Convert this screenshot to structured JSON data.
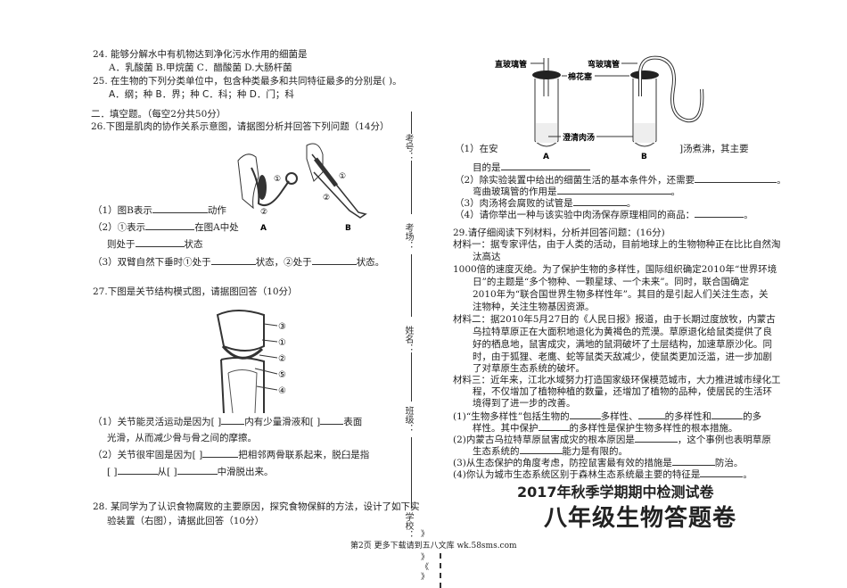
{
  "left": {
    "q24": "24.  能够分解水中有机物达到净化污水作用的细菌是",
    "q24_options": "A．乳酸菌    B.甲烷菌    C．醋酸菌    D.大肠杆菌",
    "q25": "25.  在生物的下列分类单位中，包含种类最多和共同特征最多的分别是( )。",
    "q25_options": "A．纲；种 B．界；种 C．科；种 D．门；科",
    "section2": "二．填空题。（每空2分共50分）",
    "q26": "26.下图是肌肉的协作关系示意图，请据图分析并回答下列问题（14分）",
    "q26_fig_a": "A",
    "q26_fig_b": "B",
    "q26_mark1": "①",
    "q26_mark2": "②",
    "q26_1a": "（1）图B表示",
    "q26_1b": "动作",
    "q26_2a": "（2）①表示",
    "q26_2b": "在图A中处",
    "q26_2c": "则处于",
    "q26_2d": "状态",
    "q26_3a": "（3）双臂自然下垂时①处于",
    "q26_3b": "状态，②处于",
    "q26_3c": "状态。",
    "q27": "27.下图是关节结构模式图，请据图回答（10分）",
    "q27_labels": [
      "③",
      "①",
      "②",
      "⑤",
      "④"
    ],
    "q27_1a": "（1）关节能灵活运动是因为[     ]",
    "q27_1b": "内有少量滑液和[   ]",
    "q27_1c": "表面",
    "q27_1d": "光滑，从而减少骨与骨之间的摩擦。",
    "q27_2a": "（2）关节很牢固是因为[      ]",
    "q27_2b": "把相邻两骨联系起来，脱臼是指",
    "q27_2c": "[      ]",
    "q27_2d": "从[      ]",
    "q27_2e": "中滑脱出来。",
    "q28a": "28. 某同学为了认识食物腐败的主要原因，探究食物保鲜的方法，设计了如下实",
    "q28b": "验装置（右图），请据此回答（10分）"
  },
  "side_labels": [
    "考号：",
    "考场：",
    "姓名：",
    "班级：",
    "学校："
  ],
  "chevrons": [
    "》",
    "》",
    "《",
    "》"
  ],
  "footer": "第2页 更多下载请到五八文库 wk.58sms.com",
  "right": {
    "fig_labels": {
      "straight": "直玻璃管",
      "curved": "弯玻璃管",
      "cotton": "棉花塞",
      "broth": "澄清肉汤",
      "a": "A",
      "b": "B"
    },
    "q28_1a": "（1）在安",
    "q28_1b": "]汤煮沸，其主要",
    "q28_1c": "目的是",
    "q28_2a": "（2）除实验装置中给出的细菌生活的基本条件外，还需要",
    "q28_2b": "。",
    "q28_2c": "弯曲玻璃管的作用是",
    "q28_2d": "。",
    "q28_3a": "（3）肉汤将会腐败的试管是",
    "q28_3b": "。",
    "q28_4a": "（4）请你举出一种与该实验中肉汤保存原理相同的商品：",
    "q28_4b": "。",
    "q29": "29.请仔细阅读下列材料，分析并回答问题：(16分)",
    "m1": [
      "材料一：据专家评估，由于人类的活动，目前地球上的生物物种正在比比自然淘",
      "汰高达",
      "1000倍的速度灭绝。为了保护生物的多样性，国际组织确定2010年“世界环境",
      "日”的主题是“多个物种、一颗星球、一个未来”。同时，联合国确定",
      "2010年为“联合国世界生物多样性年”。其目的是引起人们关注生态，关",
      "注物种，关注生物基因资源。"
    ],
    "m2": [
      "材料二：据2010年5月27日的《人民日报》报道，由于长期过度放牧，内蒙古",
      "乌拉特草原正在大面积地退化为黄褐色的荒漠。草原退化给鼠类提供了良",
      "好的栖息地，鼠害成灾，满地的鼠洞破坏了土层结构，加速草原沙化。同",
      "时，由于狐狸、老鹰、蛇等鼠类天敌减少，使鼠类更加泛滥，进一步加剧",
      "了对草原生态系统的破坏。"
    ],
    "m3": [
      "材料三：近年来，江北水域努力打造国家级环保模范城市，大力推进城市绿化工",
      "程，不仅增加了植物种植的数量，还增加了植物的品种，使居民的生活环",
      "境得到了进一步的改善。"
    ],
    "q29_1a": "(1)“生物多样性”包括生物的",
    "q29_1b": "多样性、",
    "q29_1c": "的多样性和",
    "q29_1d": "的多",
    "q29_1e": "样性。其中保护",
    "q29_1f": "的多样性是保护生物多样性的根本措施。",
    "q29_2a": "(2)内蒙古乌拉特草原鼠害成灾的根本原因是",
    "q29_2b": "，这个事例也表明草原",
    "q29_2c": "生态系统的",
    "q29_2d": "能力是有限的。",
    "q29_3a": "(3)从生态保护的角度考虑，防控鼠害最有效的措施是",
    "q29_3b": "防治。",
    "q29_4a": "(4)你认为城市生态系统区别于森林生态系统最主要的特征是",
    "q29_4b": "。",
    "title1": "2017年秋季学期期中检测试卷",
    "title2": "八年级生物答题卷"
  }
}
